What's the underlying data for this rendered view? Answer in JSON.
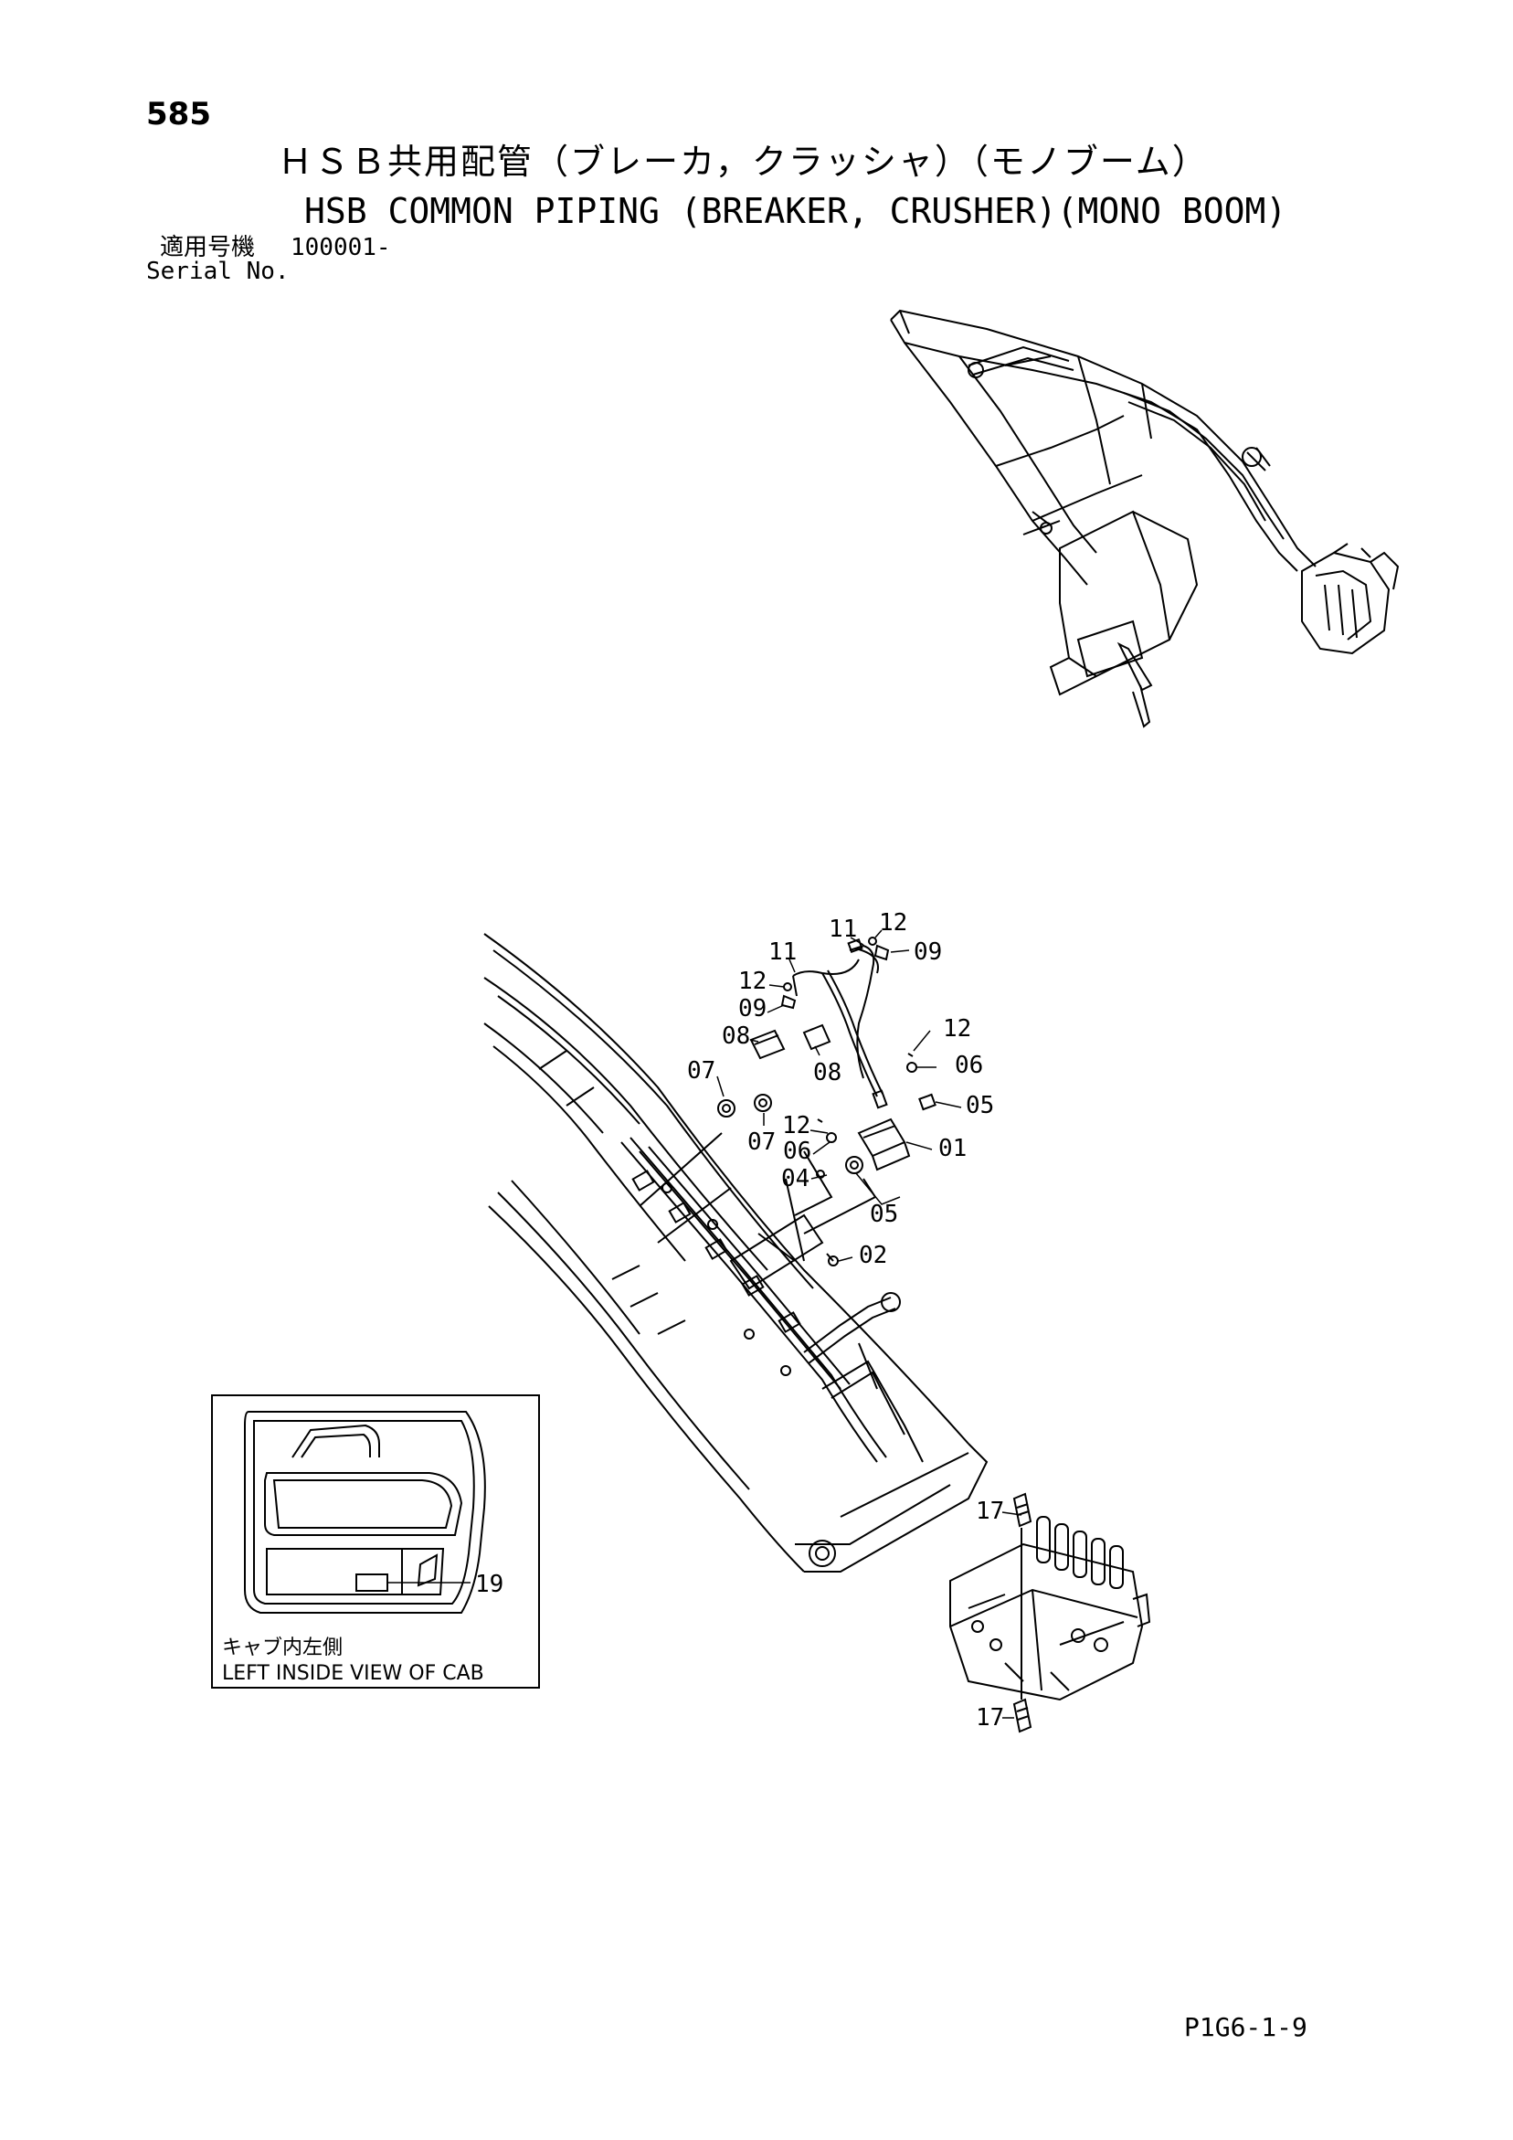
{
  "header": {
    "page_number": "585",
    "title_jp": "ＨＳＢ共用配管（ブレーカ，クラッシャ）（モノブーム）",
    "title_en": "HSB COMMON PIPING (BREAKER, CRUSHER)(MONO BOOM)",
    "serial_label_jp": "適用号機",
    "serial_value": "100001-",
    "serial_label_en": "Serial No."
  },
  "callouts": {
    "c11a": "11",
    "c12a": "12",
    "c09a": "09",
    "c11b": "11",
    "c12b": "12",
    "c09b": "09",
    "c08a": "08",
    "c07a": "07",
    "c07b": "07",
    "c08b": "08",
    "c12c": "12",
    "c06a": "06",
    "c05a": "05",
    "c12d": "12",
    "c06b": "06",
    "c01": "01",
    "c04": "04",
    "c05b": "05",
    "c02": "02",
    "c17a": "17",
    "c17b": "17",
    "c19": "19"
  },
  "inset": {
    "label_jp": "キャブ内左側",
    "label_en": "LEFT INSIDE VIEW OF CAB"
  },
  "footer": {
    "doc_code": "P1G6-1-9"
  }
}
